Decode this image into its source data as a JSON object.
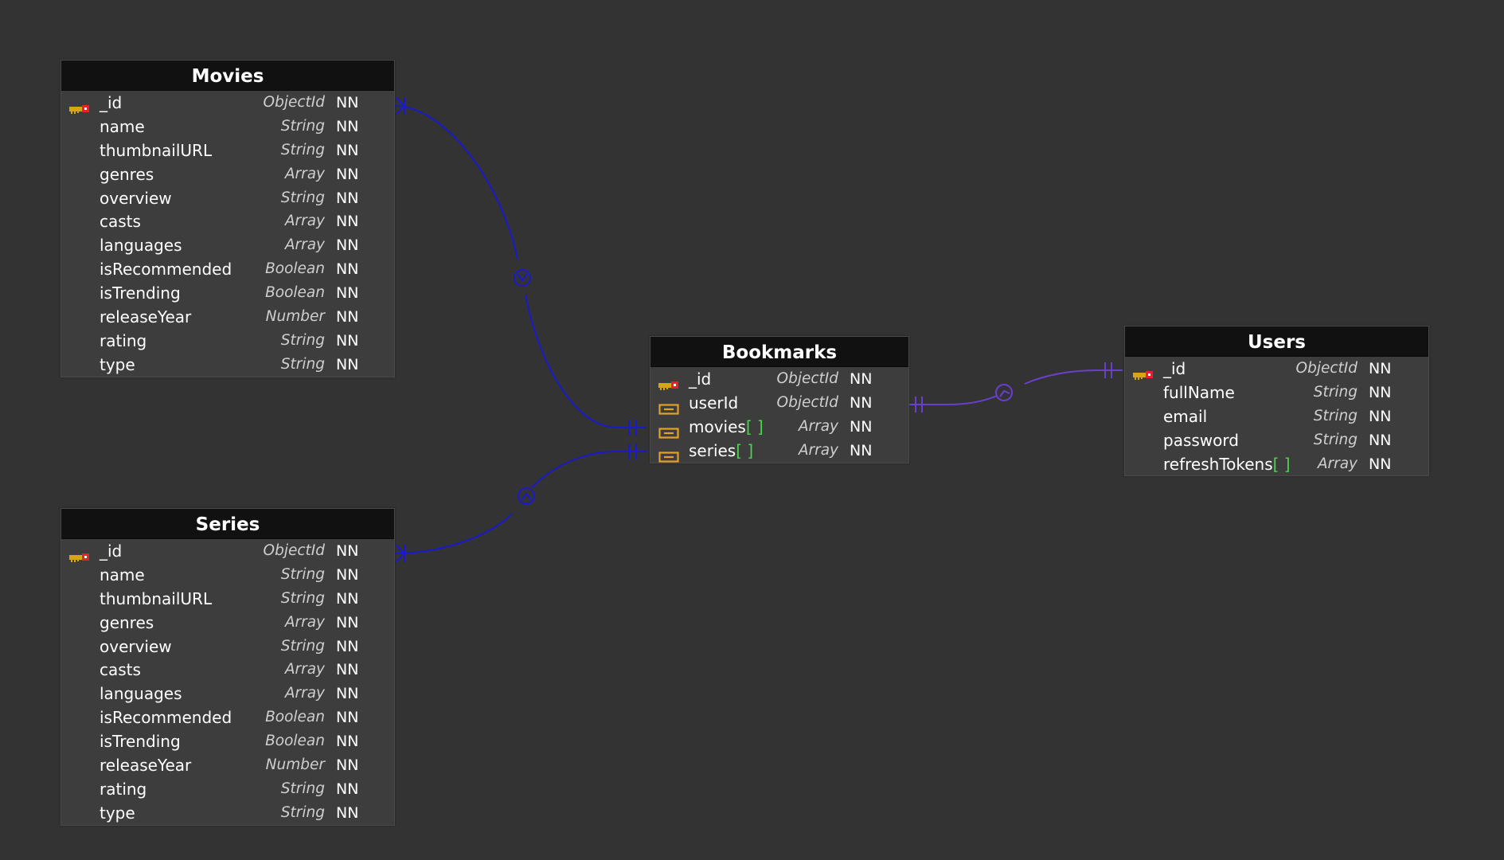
{
  "colors": {
    "background": "#333333",
    "table_body": "#3d3d3d",
    "table_header": "#111111",
    "relation_blue": "#1a1acc",
    "relation_purple": "#6a3fcf",
    "array_bracket": "#4ad44a",
    "fk_icon": "#e3a12a"
  },
  "tables": {
    "movies": {
      "title": "Movies",
      "fields": [
        {
          "name": "_id",
          "type": "ObjectId",
          "nn": "NN",
          "icon": "primary-key-icon"
        },
        {
          "name": "name",
          "type": "String",
          "nn": "NN"
        },
        {
          "name": "thumbnailURL",
          "type": "String",
          "nn": "NN"
        },
        {
          "name": "genres",
          "type": "Array",
          "nn": "NN"
        },
        {
          "name": "overview",
          "type": "String",
          "nn": "NN"
        },
        {
          "name": "casts",
          "type": "Array",
          "nn": "NN"
        },
        {
          "name": "languages",
          "type": "Array",
          "nn": "NN"
        },
        {
          "name": "isRecommended",
          "type": "Boolean",
          "nn": "NN"
        },
        {
          "name": "isTrending",
          "type": "Boolean",
          "nn": "NN"
        },
        {
          "name": "releaseYear",
          "type": "Number",
          "nn": "NN"
        },
        {
          "name": "rating",
          "type": "String",
          "nn": "NN"
        },
        {
          "name": "type",
          "type": "String",
          "nn": "NN"
        }
      ]
    },
    "series": {
      "title": "Series",
      "fields": [
        {
          "name": "_id",
          "type": "ObjectId",
          "nn": "NN",
          "icon": "primary-key-icon"
        },
        {
          "name": "name",
          "type": "String",
          "nn": "NN"
        },
        {
          "name": "thumbnailURL",
          "type": "String",
          "nn": "NN"
        },
        {
          "name": "genres",
          "type": "Array",
          "nn": "NN"
        },
        {
          "name": "overview",
          "type": "String",
          "nn": "NN"
        },
        {
          "name": "casts",
          "type": "Array",
          "nn": "NN"
        },
        {
          "name": "languages",
          "type": "Array",
          "nn": "NN"
        },
        {
          "name": "isRecommended",
          "type": "Boolean",
          "nn": "NN"
        },
        {
          "name": "isTrending",
          "type": "Boolean",
          "nn": "NN"
        },
        {
          "name": "releaseYear",
          "type": "Number",
          "nn": "NN"
        },
        {
          "name": "rating",
          "type": "String",
          "nn": "NN"
        },
        {
          "name": "type",
          "type": "String",
          "nn": "NN"
        }
      ]
    },
    "bookmarks": {
      "title": "Bookmarks",
      "fields": [
        {
          "name": "_id",
          "type": "ObjectId",
          "nn": "NN",
          "icon": "primary-key-icon"
        },
        {
          "name": "userId",
          "type": "ObjectId",
          "nn": "NN",
          "icon": "foreign-key-icon"
        },
        {
          "name": "movies",
          "array": "[ ]",
          "type": "Array",
          "nn": "NN",
          "icon": "foreign-key-icon"
        },
        {
          "name": "series",
          "array": "[ ]",
          "type": "Array",
          "nn": "NN",
          "icon": "foreign-key-icon"
        }
      ]
    },
    "users": {
      "title": "Users",
      "fields": [
        {
          "name": "_id",
          "type": "ObjectId",
          "nn": "NN",
          "icon": "primary-key-icon"
        },
        {
          "name": "fullName",
          "type": "String",
          "nn": "NN"
        },
        {
          "name": "email",
          "type": "String",
          "nn": "NN"
        },
        {
          "name": "password",
          "type": "String",
          "nn": "NN"
        },
        {
          "name": "refreshTokens",
          "array": "[ ]",
          "type": "Array",
          "nn": "NN"
        }
      ]
    }
  }
}
